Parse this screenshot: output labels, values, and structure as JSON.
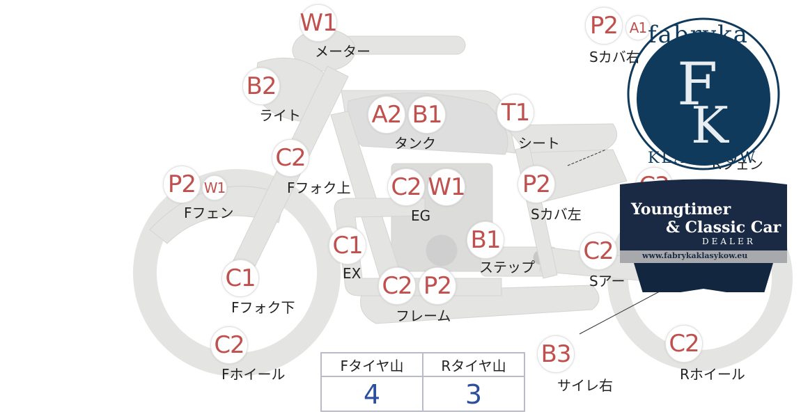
{
  "badges": [
    {
      "id": "meter-w1",
      "code": "W1"
    },
    {
      "id": "light-b2",
      "code": "B2"
    },
    {
      "id": "tank-a2",
      "code": "A2"
    },
    {
      "id": "tank-b1",
      "code": "B1"
    },
    {
      "id": "seat-t1",
      "code": "T1"
    },
    {
      "id": "scover-right-p2",
      "code": "P2"
    },
    {
      "id": "scover-right-a1",
      "code": "A1"
    },
    {
      "id": "fork-upper-c2",
      "code": "C2"
    },
    {
      "id": "ffender-p2",
      "code": "P2"
    },
    {
      "id": "ffender-w1",
      "code": "W1"
    },
    {
      "id": "eg-c2",
      "code": "C2"
    },
    {
      "id": "eg-w1",
      "code": "W1"
    },
    {
      "id": "scover-left-p2",
      "code": "P2"
    },
    {
      "id": "rfender-c3",
      "code": "C3"
    },
    {
      "id": "ex-c1",
      "code": "C1"
    },
    {
      "id": "step-b1",
      "code": "B1"
    },
    {
      "id": "sarm-c2",
      "code": "C2"
    },
    {
      "id": "fork-lower-c1",
      "code": "C1"
    },
    {
      "id": "frame-c2",
      "code": "C2"
    },
    {
      "id": "frame-p2",
      "code": "P2"
    },
    {
      "id": "fwheel-c2",
      "code": "C2"
    },
    {
      "id": "silencer-b3",
      "code": "B3"
    },
    {
      "id": "rwheel-c2",
      "code": "C2"
    }
  ],
  "labels": {
    "meter": "メーター",
    "light": "ライト",
    "tank": "タンク",
    "seat": "シート",
    "scover_right": "Sカバ右",
    "fork_upper": "Fフォク上",
    "ffender": "Fフェン",
    "eg": "EG",
    "scover_left": "Sカバ左",
    "rfender": "Rフェン",
    "ex": "EX",
    "step": "ステップ",
    "sarm": "Sアー",
    "fork_lower": "Fフォク下",
    "frame": "フレーム",
    "fwheel": "Fホイール",
    "silencer": "サイレ右",
    "rwheel": "Rホイール"
  },
  "tread_table": {
    "headers": [
      "Fタイヤ山",
      "Rタイヤ山"
    ],
    "values": [
      "4",
      "3"
    ]
  },
  "logo": {
    "arc_text": "fabryka",
    "monogram_top": "F",
    "monogram_bottom": "K",
    "bottom_arc_text": "KLASYKÓW",
    "banner_line1": "Youngtimer",
    "banner_line2": "& Classic Car",
    "banner_line3": "DEALER",
    "banner_url": "www.fabrykaklasykow.eu"
  },
  "colors": {
    "part_fill": "#e4e4e2",
    "badge_text": "#c0504d",
    "table_value": "#2b4f9e",
    "logo_navy": "#0f3a5c",
    "banner_navy": "#1a2a44"
  }
}
